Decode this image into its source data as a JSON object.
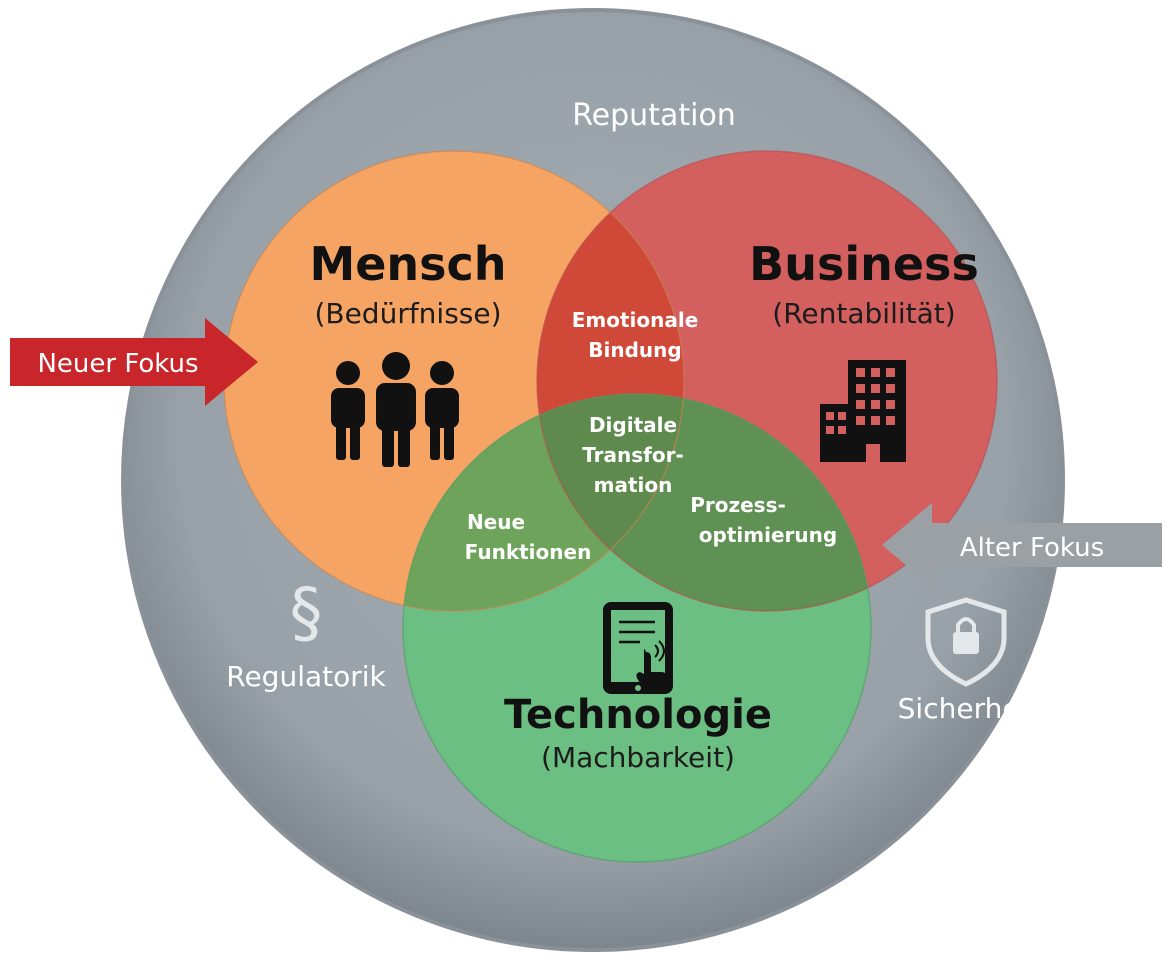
{
  "outer_ring": {
    "label": "Reputation",
    "color": "#97a0a7"
  },
  "circles": {
    "mensch": {
      "title": "Mensch",
      "subtitle": "(Bedürfnisse)",
      "color": "#f5a464",
      "icon": "people-icon"
    },
    "business": {
      "title": "Business",
      "subtitle": "(Rentabilität)",
      "color": "#d35f5f",
      "icon": "building-icon"
    },
    "technologie": {
      "title": "Technologie",
      "subtitle": "(Machbarkeit)",
      "color": "#6cbf82",
      "icon": "tablet-touch-icon"
    }
  },
  "intersections": {
    "mensch_business": [
      "Emotionale",
      "Bindung"
    ],
    "mensch_technologie": [
      "Neue",
      "Funktionen"
    ],
    "business_technologie": [
      "Prozess-",
      "optimierung"
    ],
    "center": [
      "Digitale",
      "Transfor-",
      "mation"
    ]
  },
  "side_labels": {
    "regulatorik": {
      "label": "Regulatorik",
      "icon": "paragraph-icon",
      "glyph": "§"
    },
    "sicherheit": {
      "label": "Sicherheit",
      "icon": "shield-lock-icon"
    }
  },
  "arrows": {
    "neuer_fokus": {
      "label": "Neuer Fokus",
      "color": "#c8262a"
    },
    "alter_fokus": {
      "label": "Alter Fokus",
      "color": "#9aa0a4"
    }
  }
}
